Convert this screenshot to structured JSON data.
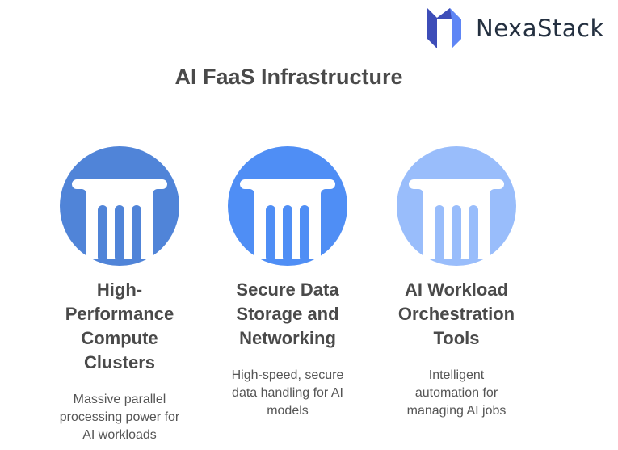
{
  "logo": {
    "text": "NexaStack",
    "colors": {
      "dark": "#3d4db8",
      "light": "#5f86f5"
    }
  },
  "title": "AI FaaS Infrastructure",
  "pillars": [
    {
      "title": "High-Performance Compute Clusters",
      "description": "Massive parallel processing power for AI workloads",
      "color": "#5084d8",
      "icon": "pillar-column-icon"
    },
    {
      "title": "Secure Data Storage and Networking",
      "description": "High-speed, secure data handling for AI models",
      "color": "#4f8ef5",
      "icon": "pillar-column-icon"
    },
    {
      "title": "AI Workload Orchestration Tools",
      "description": "Intelligent automation for managing AI jobs",
      "color": "#99bdfb",
      "icon": "pillar-column-icon"
    }
  ]
}
